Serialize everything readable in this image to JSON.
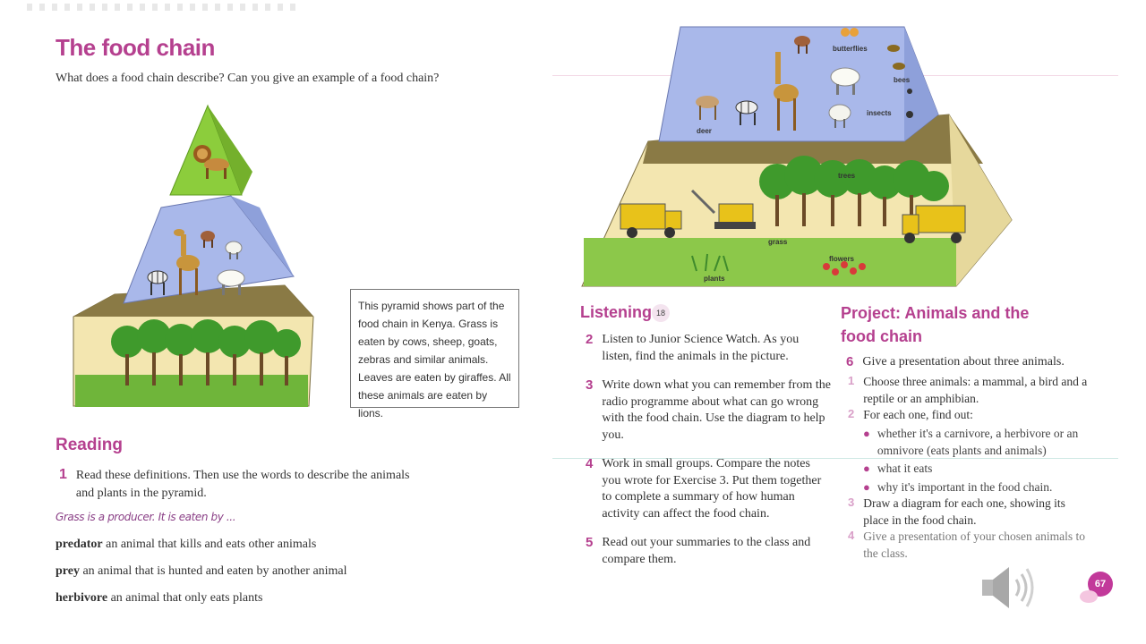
{
  "left_page": {
    "title": "The food chain",
    "question": "What does a food chain describe? Can you give an example of a food chain?",
    "caption": "This pyramid shows part of the food chain in Kenya. Grass is eaten by cows, sheep, goats, zebras and similar animals. Leaves are eaten by giraffes. All these animals are eaten by lions.",
    "reading_heading": "Reading",
    "ex1_num": "1",
    "ex1_text": "Read these definitions. Then use the words to describe the animals and plants in the pyramid.",
    "example_text": "Grass is a producer. It is eaten by ...",
    "definitions": [
      {
        "term": "predator",
        "def": "an animal that kills and eats other animals"
      },
      {
        "term": "prey",
        "def": "an animal that is hunted and eaten by another animal"
      },
      {
        "term": "herbivore",
        "def": "an animal that only eats plants"
      }
    ]
  },
  "right_page": {
    "pyramid_labels": {
      "butterflies": "butterflies",
      "bees": "bees",
      "insects": "insects",
      "deer": "deer",
      "trees": "trees",
      "grass": "grass",
      "plants": "plants",
      "flowers": "flowers"
    },
    "listening_heading": "Listening",
    "track_number": "18",
    "listening_items": [
      {
        "num": "2",
        "text": "Listen to Junior Science Watch. As you listen, find the animals in the picture."
      },
      {
        "num": "3",
        "text": "Write down what you can remember from the radio programme about what can go wrong with the food chain. Use the diagram to help you."
      },
      {
        "num": "4",
        "text": "Work in small groups. Compare the notes you wrote for Exercise 3. Put them together to complete a summary of how human activity can affect the food chain."
      },
      {
        "num": "5",
        "text": "Read out your summaries to the class and compare them."
      }
    ],
    "project_heading_line1": "Project: Animals and the",
    "project_heading_line2": "food chain",
    "project_main_num": "6",
    "project_main_text": "Give a presentation about three animals.",
    "project_steps": [
      {
        "num": "1",
        "text": "Choose three animals: a mammal, a bird and a reptile or an amphibian."
      },
      {
        "num": "2",
        "text": "For each one, find out:"
      }
    ],
    "bullets": [
      "whether it's a carnivore, a herbivore or an omnivore (eats plants and animals)",
      "what it eats",
      "why it's important in the food chain."
    ],
    "project_steps_after": [
      {
        "num": "3",
        "text": "Draw a diagram for each one, showing its place in the food chain."
      },
      {
        "num": "4",
        "text": "Give a presentation of your chosen animals to the class."
      }
    ],
    "page_number": "67"
  },
  "colors": {
    "accent": "#b5408f",
    "pyramid_top": "#8ccd3c",
    "pyramid_mid": "#a9b8ea",
    "pyramid_base": "#f3e6b0",
    "grass": "#6fb53a"
  },
  "icons": {
    "speaker": "speaker-icon",
    "lion": "lion-icon",
    "giraffe": "giraffe-icon"
  }
}
